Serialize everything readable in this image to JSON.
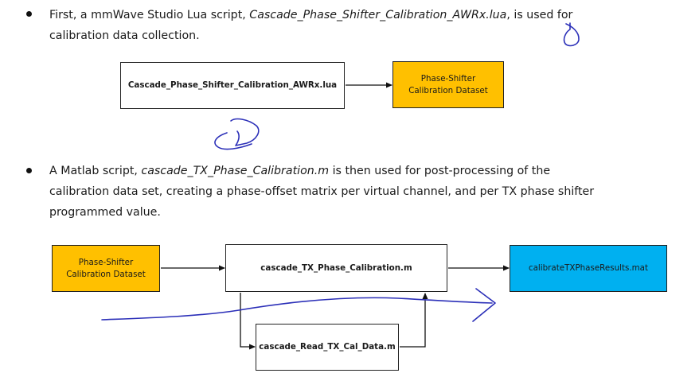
{
  "bullet1": {
    "line1_pre": "First, a mmWave Studio Lua script, ",
    "line1_script": "Cascade_Phase_Shifter_Calibration_AWRx.lua",
    "line1_post": ", is used for",
    "line2": "calibration data collection."
  },
  "diagram1": {
    "script_box": "Cascade_Phase_Shifter_Calibration_AWRx.lua",
    "dataset_line1": "Phase-Shifter",
    "dataset_line2": "Calibration Dataset"
  },
  "bullet2": {
    "line1_pre": "A Matlab script, ",
    "line1_script": "cascade_TX_Phase_Calibration.m",
    "line1_post": " is then used for post-processing of the",
    "line2": "calibration data set, creating a phase-offset matrix per virtual channel, and per TX phase shifter",
    "line3": "programmed value."
  },
  "diagram2": {
    "dataset_line1": "Phase-Shifter",
    "dataset_line2": "Calibration Dataset",
    "main_script": "cascade_TX_Phase_Calibration.m",
    "results_file": "calibrateTXPhaseResults.mat",
    "sub_script": "cascade_Read_TX_Cal_Data.m"
  },
  "colors": {
    "dataset_fill": "#ffc000",
    "results_fill": "#00b0f0",
    "annotation_ink": "#2b2fb8"
  }
}
